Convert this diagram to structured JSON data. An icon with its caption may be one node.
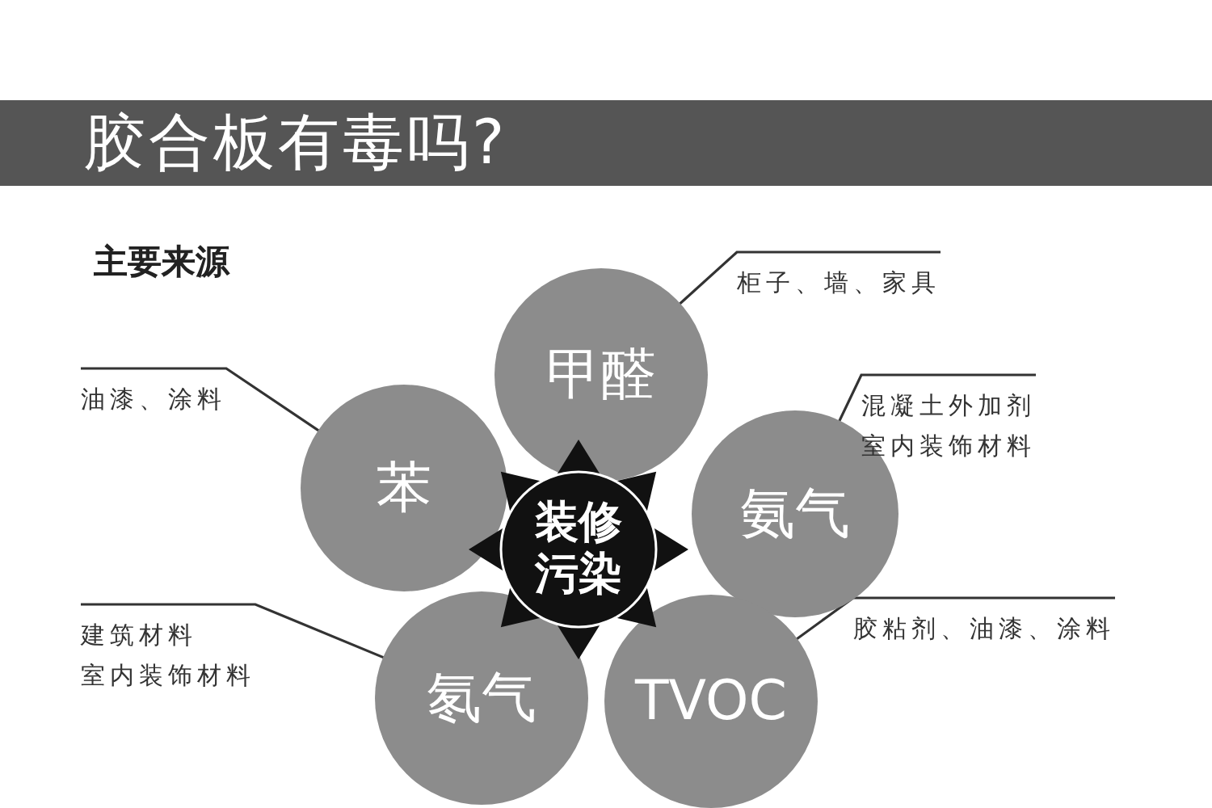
{
  "diagram": {
    "title": "胶合板有毒吗?",
    "nodes": [
      {
        "text": [
          "甲醛"
        ]
      },
      {
        "text": [
          "苯"
        ]
      },
      {
        "text": [
          "装修污染"
        ]
      },
      {
        "text": [
          "氨气"
        ]
      },
      {
        "text": [
          "氡气"
        ]
      },
      {
        "text": [
          "TVOC"
        ]
      },
      {
        "text": [
          "柜子、墙、家具"
        ]
      },
      {
        "text": [
          "油漆、涂料"
        ]
      },
      {
        "text": [
          "混凝土外加剂",
          "室内装饰材料"
        ]
      },
      {
        "text": [
          "建筑材料",
          "室内装饰材料"
        ]
      },
      {
        "text": [
          "胶粘剂、油漆、涂料"
        ]
      }
    ],
    "edges": [
      {
        "from": 6,
        "to": 0,
        "arrow": "none"
      },
      {
        "from": 7,
        "to": 1,
        "arrow": "none"
      },
      {
        "from": 8,
        "to": 3,
        "arrow": "none"
      },
      {
        "from": 9,
        "to": 4,
        "arrow": "none"
      },
      {
        "from": 10,
        "to": 5,
        "arrow": "none"
      }
    ],
    "labels": [
      "主要来源"
    ]
  }
}
